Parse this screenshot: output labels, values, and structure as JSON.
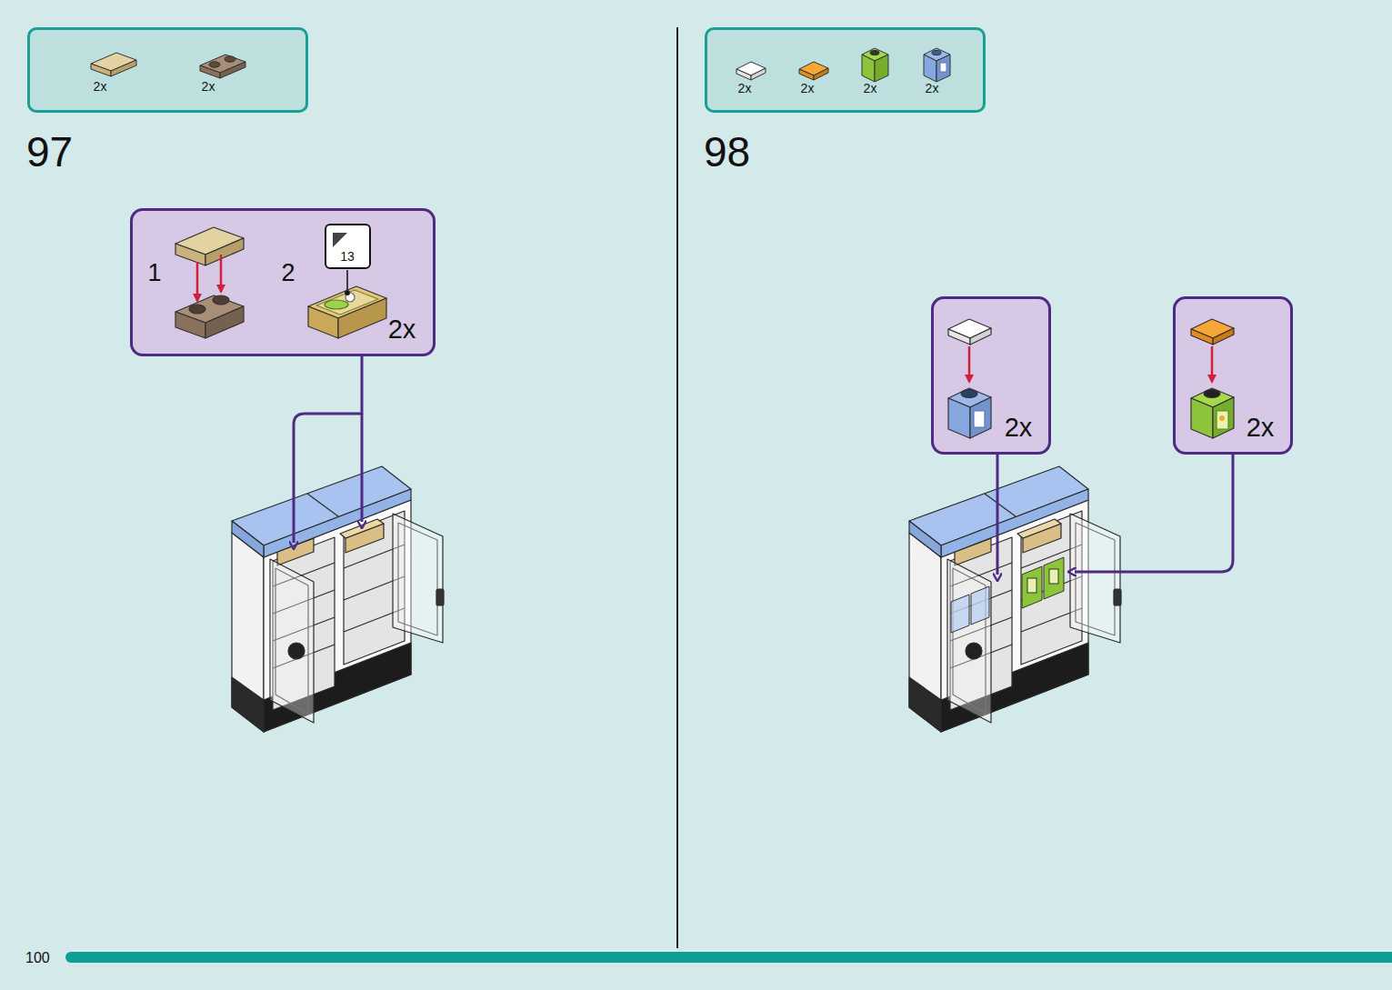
{
  "diagram": {
    "nodes": [
      {
        "text": [
          "2x",
          "2x"
        ]
      },
      {
        "text": [
          "1",
          "2",
          "2x"
        ]
      },
      {
        "text": [
          "13"
        ],
        "in": 1
      },
      {
        "text": [
          "2x",
          "2x",
          "2x",
          "2x"
        ]
      },
      {
        "text": [
          "2x"
        ]
      },
      {
        "text": [
          "2x"
        ]
      }
    ],
    "labels": [
      "97",
      "98",
      "100"
    ]
  }
}
